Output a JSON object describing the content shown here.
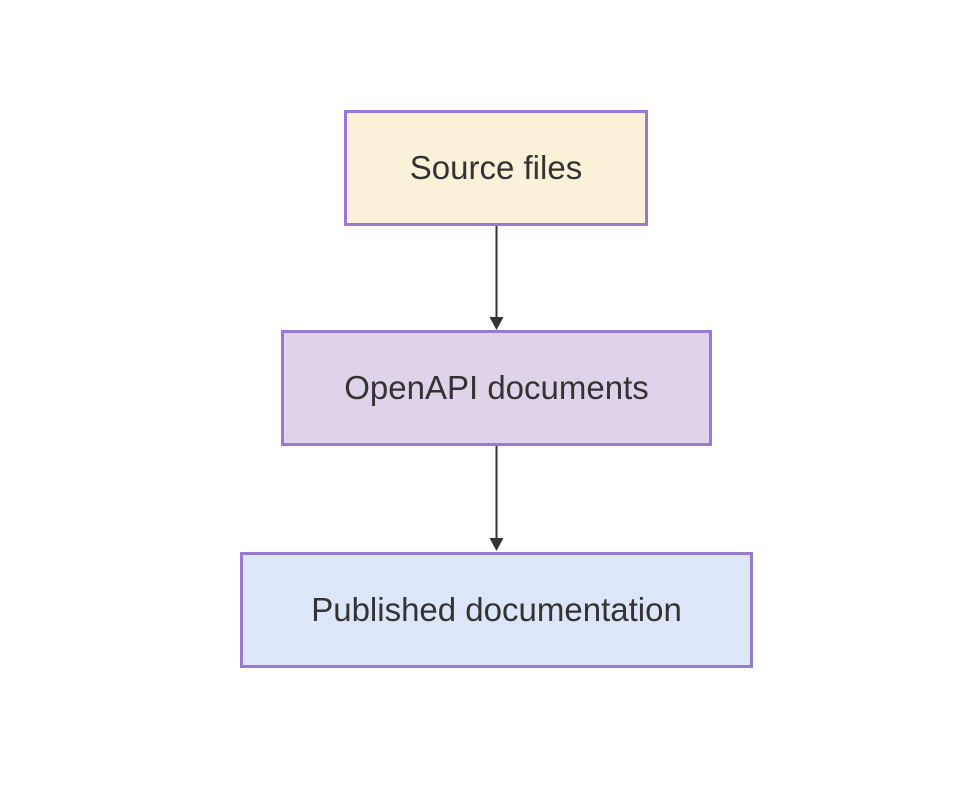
{
  "diagram": {
    "type": "flowchart",
    "direction": "top-down",
    "background_color": "#ffffff",
    "node_border_color": "#9879D6",
    "node_text_color": "#333333",
    "edge_color": "#333333",
    "nodes": [
      {
        "id": "source-files",
        "label": "Source files",
        "fill": "#FAF2D8",
        "border": "#9879D6",
        "text_color": "#333333"
      },
      {
        "id": "openapi-documents",
        "label": "OpenAPI documents",
        "fill": "#DFD3E9",
        "border": "#9879D6",
        "text_color": "#333333"
      },
      {
        "id": "published-documentation",
        "label": "Published documentation",
        "fill": "#DCE6F8",
        "border": "#9879D6",
        "text_color": "#333333"
      }
    ],
    "edges": [
      {
        "from": "source-files",
        "to": "openapi-documents",
        "color": "#333333",
        "style": "solid-arrow"
      },
      {
        "from": "openapi-documents",
        "to": "published-documentation",
        "color": "#333333",
        "style": "solid-arrow"
      }
    ]
  }
}
